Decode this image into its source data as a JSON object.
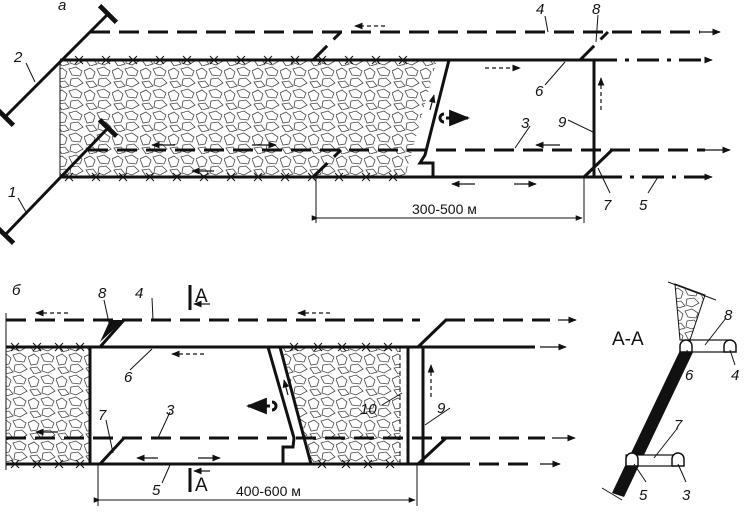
{
  "scheme_a": {
    "panel_label": "а",
    "labels": {
      "l1": "1",
      "l2": "2",
      "l3": "3",
      "l4": "4",
      "l5": "5",
      "l6": "6",
      "l7": "7",
      "l8": "8",
      "l9": "9"
    },
    "dimension": "300-500 м"
  },
  "scheme_b": {
    "panel_label": "б",
    "labels": {
      "l3": "3",
      "l4": "4",
      "l5": "5",
      "l6": "6",
      "l7": "7",
      "l8": "8",
      "l9": "9",
      "l10": "10"
    },
    "section_mark": "А",
    "dimension": "400-600 м"
  },
  "section": {
    "title": "А-А",
    "labels": {
      "l3": "3",
      "l4": "4",
      "l5": "5",
      "l6": "6",
      "l7": "7",
      "l8": "8"
    }
  }
}
